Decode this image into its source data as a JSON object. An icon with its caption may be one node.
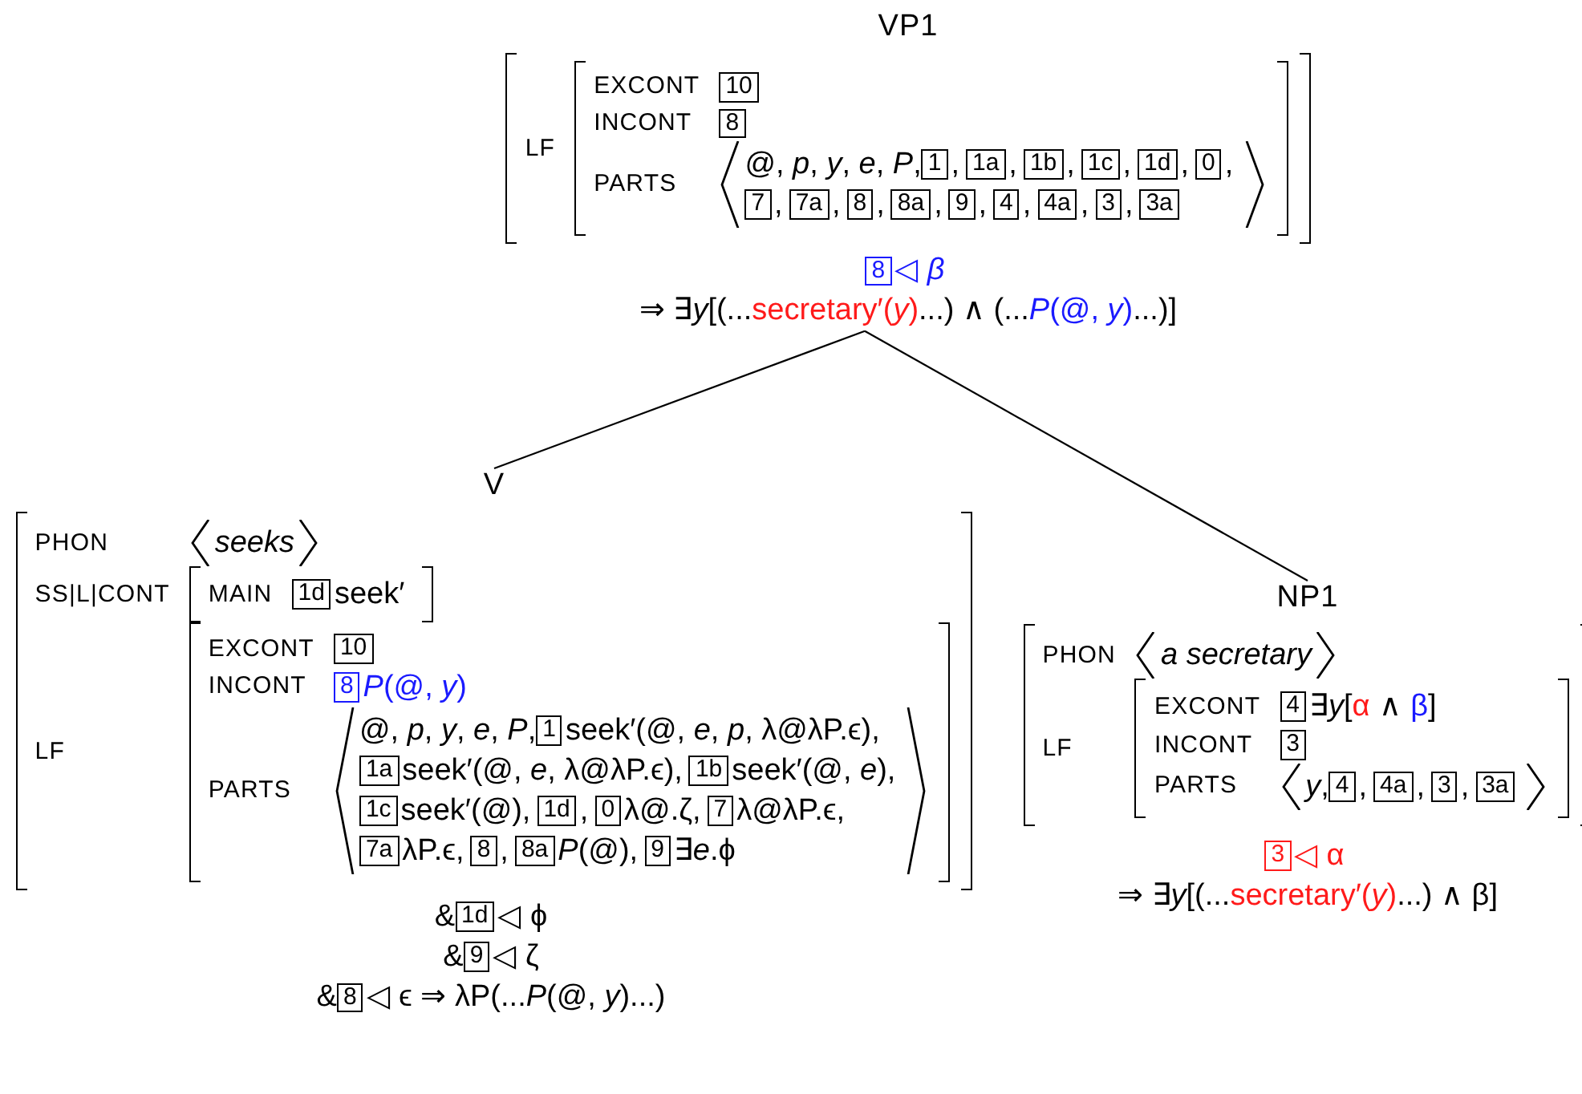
{
  "diagram": {
    "nodes": [
      {
        "text": [
          "VP1",
          "LF",
          "EXCONT",
          "INCONT",
          "PARTS",
          "@, *p*, *y*, *e*, *P*,",
          "⇒ ∃*y*[(...",
          "secretary′(*y*)",
          "...) ∧ (...",
          "*P*(@, *y*)",
          "...)]"
        ]
      },
      {
        "text": [
          "10"
        ],
        "in": 0
      },
      {
        "text": [
          "8"
        ],
        "in": 0
      },
      {
        "text": [
          "1"
        ],
        "in": 0,
        "beside": [
          ","
        ]
      },
      {
        "text": [
          "1a"
        ],
        "in": 0,
        "beside": [
          ","
        ]
      },
      {
        "text": [
          "1b"
        ],
        "in": 0,
        "beside": [
          ","
        ]
      },
      {
        "text": [
          "1c"
        ],
        "in": 0,
        "beside": [
          ","
        ]
      },
      {
        "text": [
          "1d"
        ],
        "in": 0,
        "beside": [
          ","
        ]
      },
      {
        "text": [
          "0"
        ],
        "in": 0,
        "beside": [
          ","
        ]
      },
      {
        "text": [
          "7"
        ],
        "in": 0,
        "beside": [
          ","
        ]
      },
      {
        "text": [
          "7a"
        ],
        "in": 0,
        "beside": [
          ","
        ]
      },
      {
        "text": [
          "8"
        ],
        "in": 0,
        "beside": [
          ","
        ]
      },
      {
        "text": [
          "8a"
        ],
        "in": 0,
        "beside": [
          ","
        ]
      },
      {
        "text": [
          "9"
        ],
        "in": 0,
        "beside": [
          ","
        ]
      },
      {
        "text": [
          "4"
        ],
        "in": 0,
        "beside": [
          ","
        ]
      },
      {
        "text": [
          "4a"
        ],
        "in": 0,
        "beside": [
          ","
        ]
      },
      {
        "text": [
          "3"
        ],
        "in": 0,
        "beside": [
          ","
        ]
      },
      {
        "text": [
          "3a"
        ],
        "in": 0
      },
      {
        "text": [
          "8"
        ],
        "in": 0,
        "beside": [
          "◁ *β*"
        ]
      },
      {
        "text": [
          "V",
          "PHON",
          "seeks",
          "SS|L|CONT",
          "MAIN",
          "LF",
          "EXCONT",
          "INCONT",
          "PARTS",
          "@, *p*, *y*, *e*, *P*,",
          "&",
          "&",
          "&"
        ]
      },
      {
        "text": [
          "1d"
        ],
        "in": 19,
        "beside": [
          "seek′"
        ]
      },
      {
        "text": [
          "10"
        ],
        "in": 19
      },
      {
        "text": [
          "8"
        ],
        "in": 19,
        "beside": [
          "*P*(@, *y*)"
        ]
      },
      {
        "text": [
          "1"
        ],
        "in": 19,
        "beside": [
          "seek′(@, *e*, *p*, λ@λP.ϵ),"
        ]
      },
      {
        "text": [
          "1a"
        ],
        "in": 19,
        "beside": [
          "seek′(@, *e*, λ@λP.ϵ),"
        ]
      },
      {
        "text": [
          "1b"
        ],
        "in": 19,
        "beside": [
          "seek′(@, *e*),"
        ]
      },
      {
        "text": [
          "1c"
        ],
        "in": 19,
        "beside": [
          "seek′(@),"
        ]
      },
      {
        "text": [
          "1d"
        ],
        "in": 19,
        "beside": [
          ","
        ]
      },
      {
        "text": [
          "0"
        ],
        "in": 19,
        "beside": [
          "λ@.ζ,"
        ]
      },
      {
        "text": [
          "7"
        ],
        "in": 19,
        "beside": [
          "λ@λP.ϵ,"
        ]
      },
      {
        "text": [
          "7a"
        ],
        "in": 19,
        "beside": [
          "λP.ϵ,"
        ]
      },
      {
        "text": [
          "8"
        ],
        "in": 19,
        "beside": [
          ","
        ]
      },
      {
        "text": [
          "8a"
        ],
        "in": 19,
        "beside": [
          "*P*(@),"
        ]
      },
      {
        "text": [
          "9"
        ],
        "in": 19,
        "beside": [
          "∃*e*.ϕ"
        ]
      },
      {
        "text": [
          "1d"
        ],
        "in": 19,
        "beside": [
          "◁ ϕ"
        ]
      },
      {
        "text": [
          "9"
        ],
        "in": 19,
        "beside": [
          "◁ ζ"
        ]
      },
      {
        "text": [
          "8"
        ],
        "in": 19,
        "beside": [
          "◁ ϵ ⇒ λP(...*P*(@, *y*)...)"
        ]
      },
      {
        "text": [
          "NP1",
          "PHON",
          "a secretary",
          "LF",
          "EXCONT",
          "INCONT",
          "PARTS",
          "*y*,",
          "⇒ ∃*y*[(...",
          "secretary′(*y*)",
          "...) ∧ β]"
        ]
      },
      {
        "text": [
          "4"
        ],
        "in": 37,
        "beside": [
          "∃*y*[",
          "α",
          "∧",
          "β",
          "]"
        ]
      },
      {
        "text": [
          "3"
        ],
        "in": 37
      },
      {
        "text": [
          "4"
        ],
        "in": 37,
        "beside": [
          ","
        ]
      },
      {
        "text": [
          "4a"
        ],
        "in": 37,
        "beside": [
          ","
        ]
      },
      {
        "text": [
          "3"
        ],
        "in": 37,
        "beside": [
          ","
        ]
      },
      {
        "text": [
          "3a"
        ],
        "in": 37
      },
      {
        "text": [
          "3"
        ],
        "in": 37,
        "beside": [
          "◁ α"
        ]
      }
    ],
    "edges": [
      {
        "from": 0,
        "to": 19,
        "arrow": "none"
      },
      {
        "from": 0,
        "to": 37,
        "arrow": "none"
      }
    ]
  }
}
